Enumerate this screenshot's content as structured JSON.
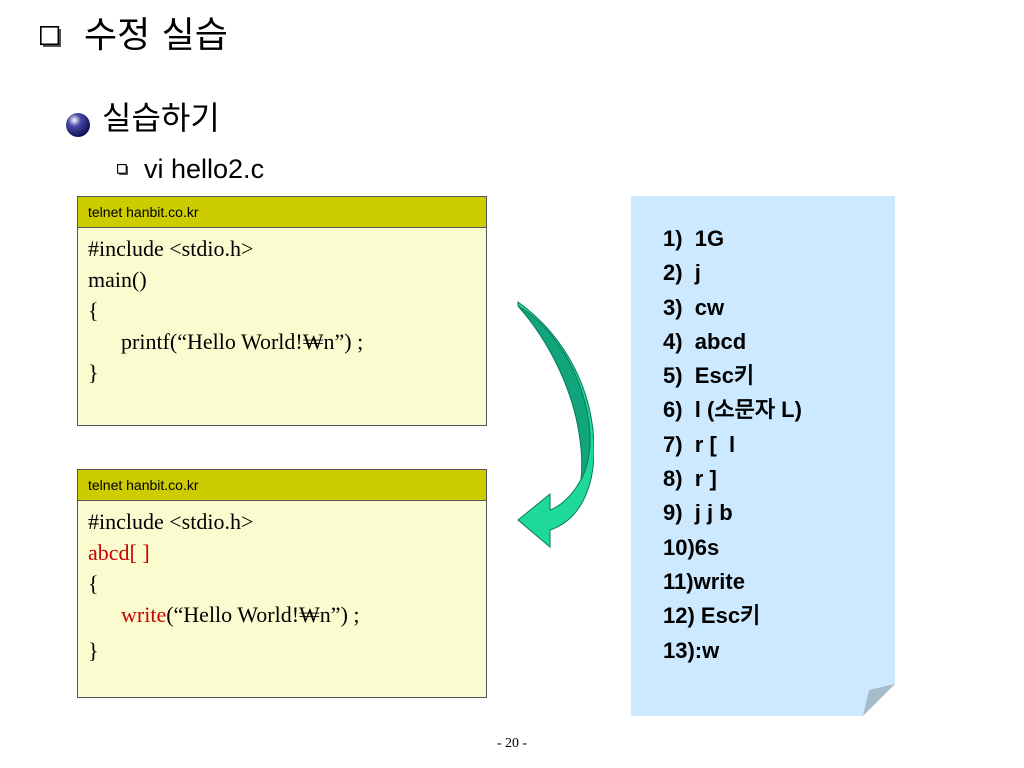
{
  "slide": {
    "title": "수정 실습",
    "bullet1": "실습하기",
    "bullet2": "vi hello2.c",
    "page_number": "- 20 -"
  },
  "window1": {
    "titlebar": "telnet  hanbit.co.kr",
    "line1": "#include <stdio.h>",
    "line2": "main()",
    "line3": "{",
    "line4": "printf(“Hello World!₩n”) ;",
    "line5": "}"
  },
  "window2": {
    "titlebar": "telnet  hanbit.co.kr",
    "line1": "#include <stdio.h>",
    "line2": "abcd[ ]",
    "line3": "{",
    "line4_red": "write",
    "line4_rest": "(“Hello World!₩n”) ;",
    "line5": "}"
  },
  "steps": [
    "1)  1G",
    "2)  j",
    "3)  cw",
    "4)  abcd",
    "5)  Esc키",
    "6)  l (소문자 L)",
    "7)  r [  l",
    "8)  r ]",
    "9)  j j b",
    "10)6s",
    "11)write",
    "12) Esc키",
    "13):w"
  ],
  "colors": {
    "titlebar": "#cccc00",
    "code_bg": "#fbfbd0",
    "note_bg": "#cce9ff",
    "arrow_dark": "#11a57b",
    "arrow_light": "#1fd99c",
    "highlight_red": "#cc0000"
  },
  "icons": {
    "title_bullet": "hollow-square-icon",
    "level1_bullet": "navy-sphere-icon",
    "level2_bullet": "small-square-icon",
    "arrow": "curved-down-left-arrow-icon",
    "note": "sticky-note-icon"
  }
}
